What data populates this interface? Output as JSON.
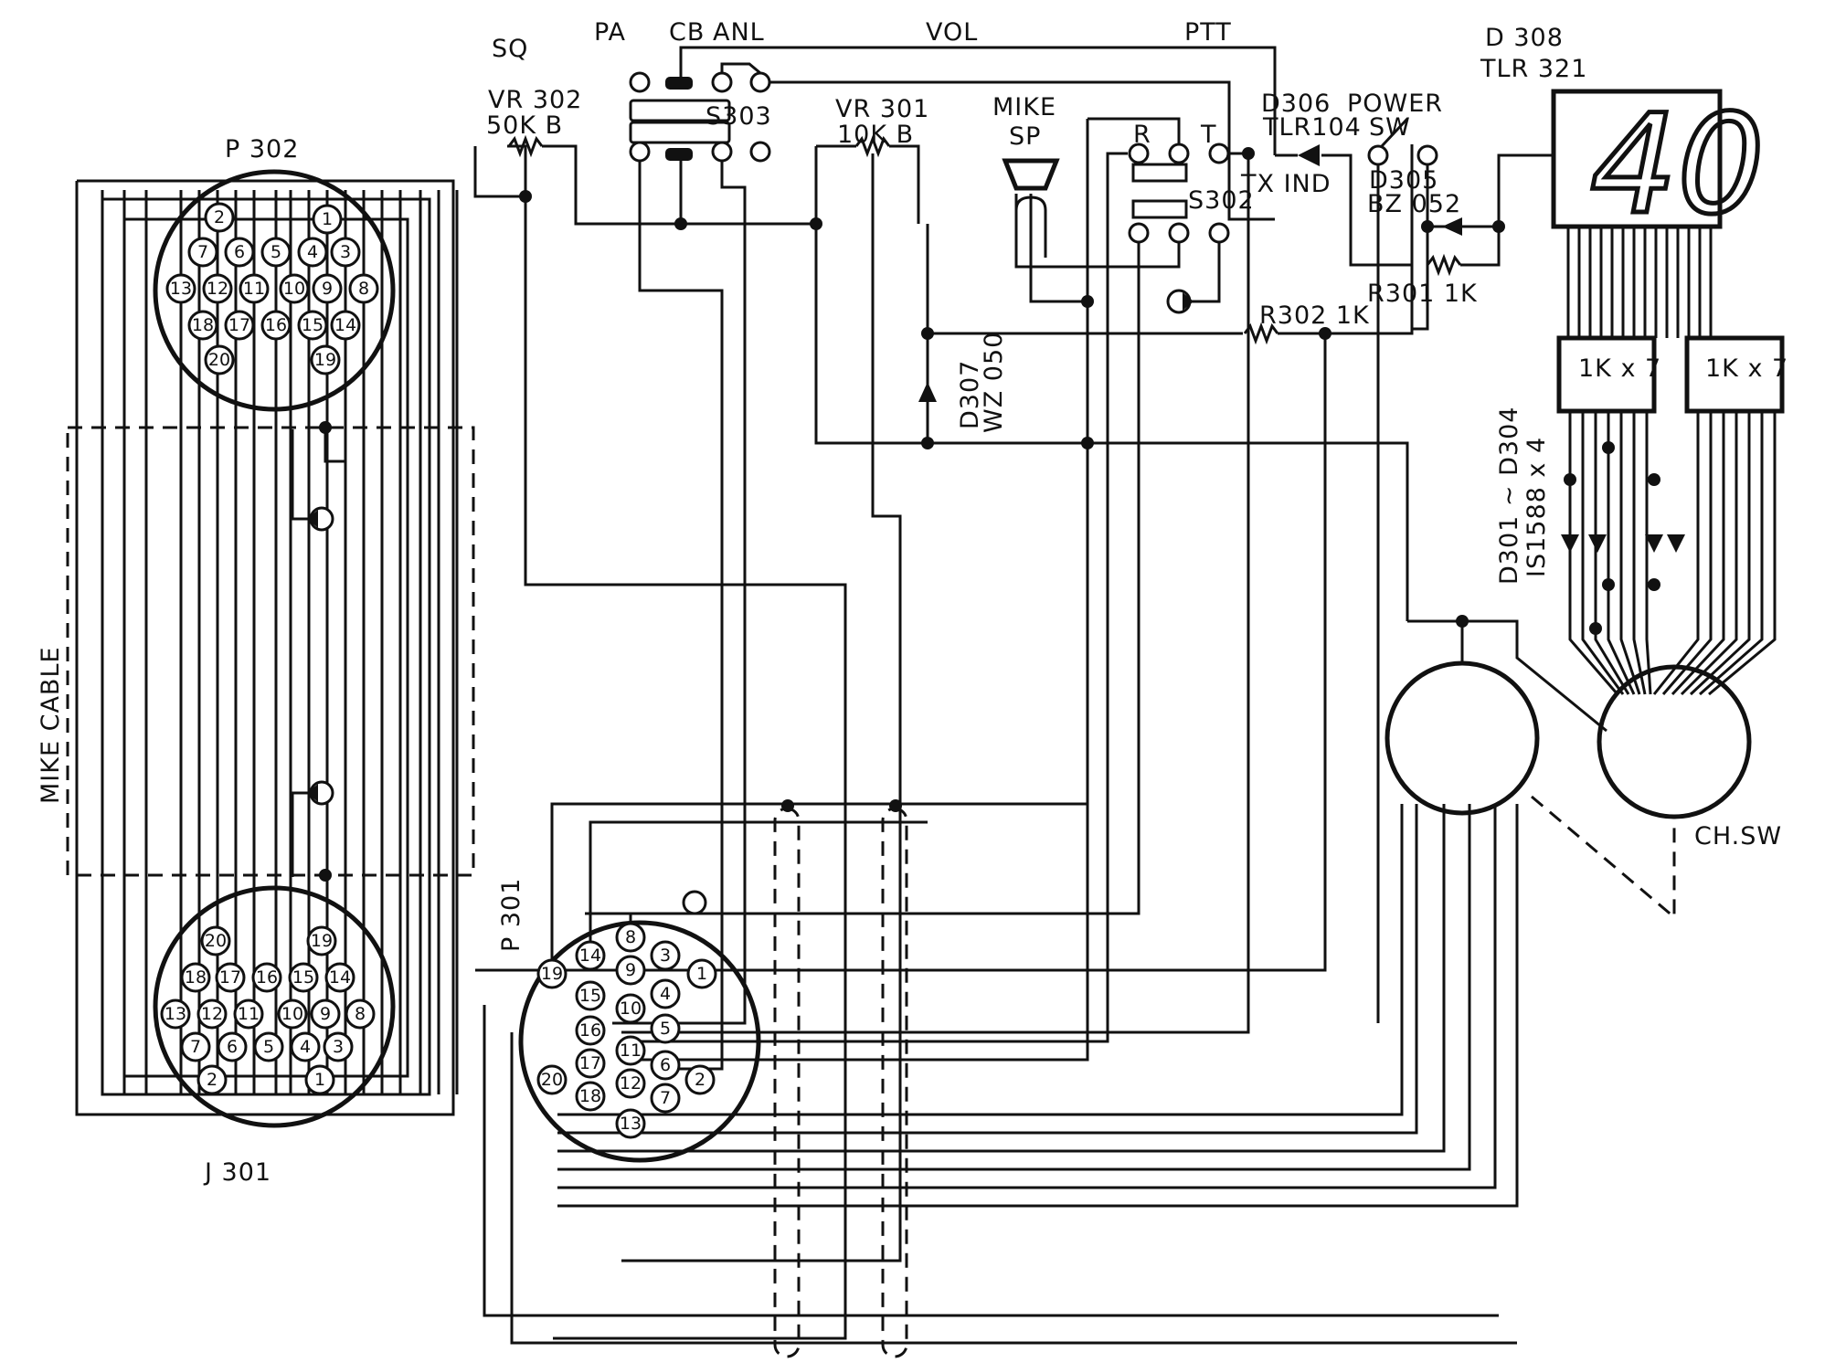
{
  "diagram": {
    "type": "wiring schematic",
    "labels": {
      "sq": "SQ",
      "vr302": "VR 302",
      "vr302_val": "50K B",
      "pa": "PA",
      "cb": "CB",
      "anl": "ANL",
      "s303": "S303",
      "vol": "VOL",
      "vr301": "VR 301",
      "vr301_val": "10K B",
      "mike": "MIKE",
      "sp": "SP",
      "r": "R",
      "t": "T",
      "s302": "S302",
      "ptt": "PTT",
      "d306": "D306",
      "d306_part": "TLR104",
      "tx_ind": "TX IND",
      "power": "POWER",
      "sw": "SW",
      "d305": "D305",
      "d305_part": "BZ 052",
      "r301": "R301 1K",
      "r302": "R302 1K",
      "d307": "D307",
      "d307_part": "WZ 050",
      "d308": "D 308",
      "d308_part": "TLR 321",
      "display_value": "40",
      "rnet1": "1K x 7",
      "rnet2": "1K x 7",
      "d301_304": "D301 ~ D304",
      "d301_304_part": "IS1588 x 4",
      "ch_sw": "CH.SW",
      "p302": "P 302",
      "j301": "J 301",
      "p301": "P 301",
      "mike_cable": "MIKE   CABLE"
    },
    "connectors": {
      "p302_pins": [
        "1",
        "2",
        "3",
        "4",
        "5",
        "6",
        "7",
        "8",
        "9",
        "10",
        "11",
        "12",
        "13",
        "14",
        "15",
        "16",
        "17",
        "18",
        "19",
        "20"
      ],
      "j301_pins": [
        "1",
        "2",
        "3",
        "4",
        "5",
        "6",
        "7",
        "8",
        "9",
        "10",
        "11",
        "12",
        "13",
        "14",
        "15",
        "16",
        "17",
        "18",
        "19",
        "20"
      ],
      "p301_pins": [
        "1",
        "2",
        "3",
        "4",
        "5",
        "6",
        "7",
        "8",
        "9",
        "10",
        "11",
        "12",
        "13",
        "14",
        "15",
        "16",
        "17",
        "18",
        "19",
        "20"
      ]
    }
  }
}
